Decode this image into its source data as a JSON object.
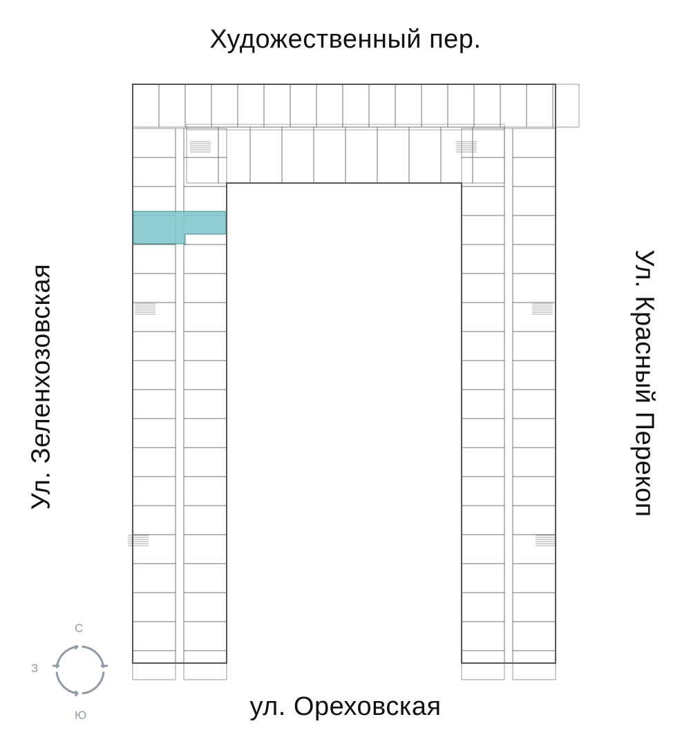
{
  "streets": {
    "north": "Художественный пер.",
    "south": "ул. Ореховская",
    "west": "Ул. Зеленхозовская",
    "east": "Ул. Красный Перекоп"
  },
  "compass": {
    "north": "С",
    "west": "З",
    "south": "Ю",
    "icon": "compass-icon"
  },
  "plan": {
    "highlighted_apartment": {
      "label": "selected-apartment",
      "color": "#7cc6cc"
    },
    "line_color": "#555555"
  }
}
